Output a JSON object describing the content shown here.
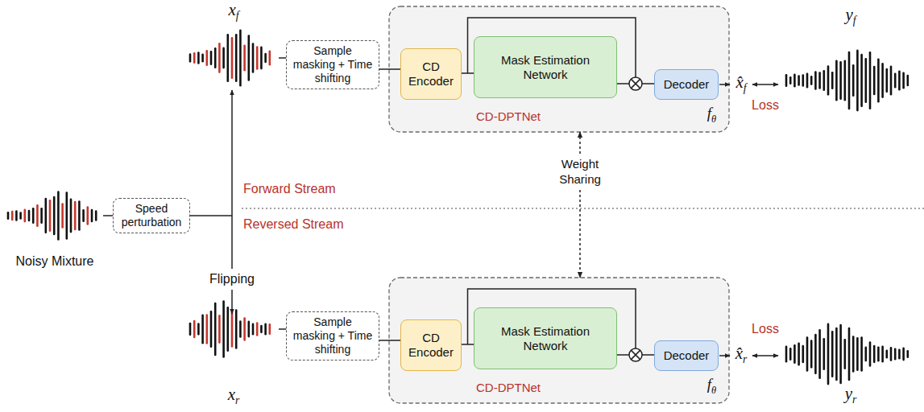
{
  "diagram": {
    "nodes": [
      {
        "text": [
          "Speed perturbation"
        ]
      },
      {
        "text": [
          "Sample masking + Time shifting"
        ]
      },
      {
        "text": [
          "CD-DPTNet",
          "fθ"
        ]
      },
      {
        "text": [
          "CD Encoder"
        ],
        "in": 2
      },
      {
        "text": [
          "Mask Estimation Network"
        ],
        "in": 2
      },
      {
        "text": [
          "Decoder"
        ],
        "in": 2
      },
      {
        "text": [
          "Sample masking + Time shifting"
        ]
      },
      {
        "text": [
          "CD-DPTNet",
          "fθ"
        ]
      },
      {
        "text": [
          "CD Encoder"
        ],
        "in": 7
      },
      {
        "text": [
          "Mask Estimation Network"
        ],
        "in": 7
      },
      {
        "text": [
          "Decoder"
        ],
        "in": 7
      }
    ],
    "edges": [
      {
        "from": 1,
        "to": 3,
        "arrow": "none"
      },
      {
        "from": 3,
        "to": 4,
        "arrow": "none"
      },
      {
        "from": 4,
        "to": 5,
        "arrow": "none"
      },
      {
        "from": 6,
        "to": 8,
        "arrow": "none"
      },
      {
        "from": 8,
        "to": 9,
        "arrow": "none"
      },
      {
        "from": 9,
        "to": 10,
        "arrow": "none"
      },
      {
        "from": 2,
        "to": 7,
        "label": "Weight Sharing",
        "arrow": "both"
      }
    ],
    "labels": [
      "Noisy Mixture",
      "Forward Stream",
      "Reversed Stream",
      "Flipping",
      "xf",
      "xr",
      "x̂f",
      "yf",
      "Loss",
      "x̂r",
      "yr",
      "Loss"
    ]
  }
}
